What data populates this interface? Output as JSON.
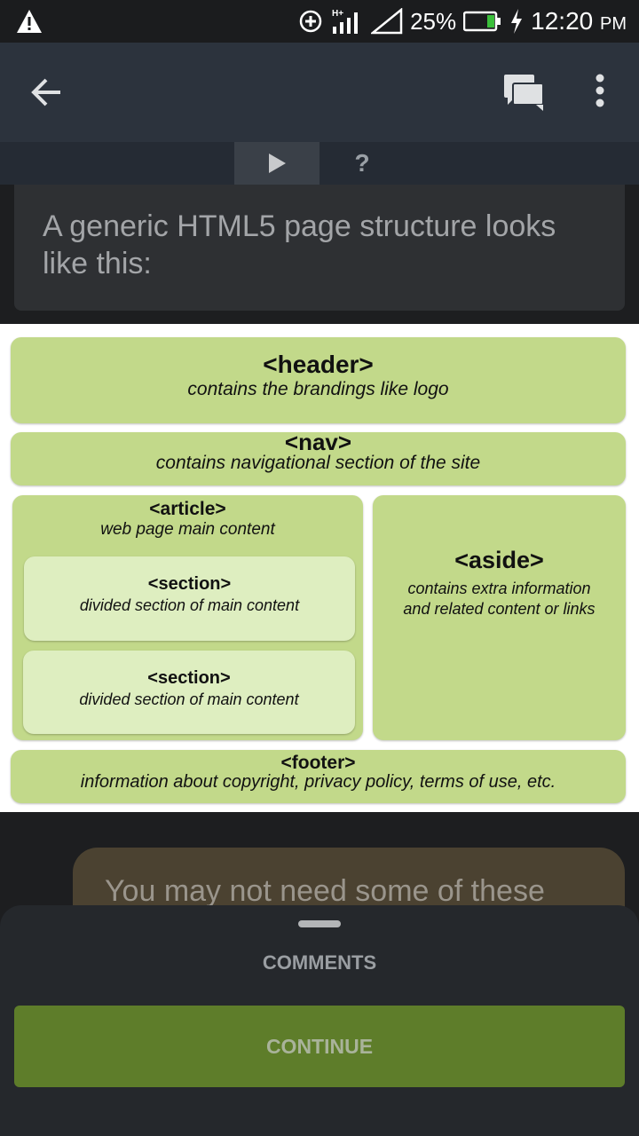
{
  "status_bar": {
    "battery": "25%",
    "time": "12:20",
    "ampm": "PM",
    "network": "H+"
  },
  "app_bar": {
    "back_icon": "arrow-left-icon",
    "chat_icon": "chat-bubbles-icon",
    "more_icon": "more-vert-icon"
  },
  "tabs": {
    "help_label": "?"
  },
  "lesson": {
    "intro_text": "A generic HTML5 page structure looks like this:",
    "next_text": "You may not need some of these"
  },
  "diagram": {
    "header": {
      "tag": "<header>",
      "desc": "contains the brandings like logo"
    },
    "nav": {
      "tag": "<nav>",
      "desc": "contains navigational section of the site"
    },
    "article": {
      "tag": "<article>",
      "desc": "web page main content"
    },
    "section1": {
      "tag": "<section>",
      "desc": "divided section of main content"
    },
    "section2": {
      "tag": "<section>",
      "desc": "divided section of main content"
    },
    "aside": {
      "tag": "<aside>",
      "desc_line1": "contains extra information",
      "desc_line2": "and related content or links"
    },
    "footer": {
      "tag": "<footer>",
      "desc": "information about copyright, privacy policy, terms of use, etc."
    }
  },
  "sheet": {
    "comments_label": "COMMENTS",
    "continue_label": "CONTINUE"
  },
  "colors": {
    "app_bar": "#2c333d",
    "diagram_box": "#c2d98a",
    "diagram_box_light": "#deeec0",
    "continue_button": "#5e7d2a"
  }
}
